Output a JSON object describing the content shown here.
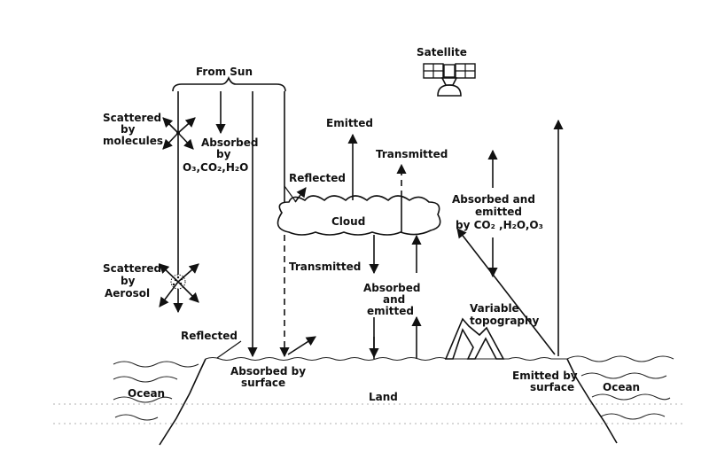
{
  "title": "",
  "labels": {
    "from_sun": "From Sun",
    "satellite": "Satellite",
    "scattered_molecules_1": "Scattered",
    "scattered_molecules_2": "by",
    "scattered_molecules_3": "molecules",
    "absorbed_o3_1": "Absorbed",
    "absorbed_o3_2": "by",
    "absorbed_o3_3": "O₃,CO₂,H₂O",
    "emitted_top": "Emitted",
    "transmitted_top": "Transmitted",
    "reflected_cloud": "Reflected",
    "cloud": "Cloud",
    "absorbed_emitted_gas_1": "Absorbed and",
    "absorbed_emitted_gas_2": "emitted",
    "absorbed_emitted_gas_3": "by CO₂ ,H₂O,O₃",
    "scattered_aerosol_1": "Scattered",
    "scattered_aerosol_2": "by",
    "scattered_aerosol_3": "Aerosol",
    "transmitted_below_cloud": "Transmitted",
    "absorbed_emitted_cloud_1": "Absorbed",
    "absorbed_emitted_cloud_2": "and",
    "absorbed_emitted_cloud_3": "emitted",
    "variable_topography_1": "Variable",
    "variable_topography_2": "topography",
    "reflected_surface": "Reflected",
    "absorbed_surface_1": "Absorbed by",
    "absorbed_surface_2": "surface",
    "emitted_surface_1": "Emitted by",
    "emitted_surface_2": "surface",
    "land": "Land",
    "ocean_left": "Ocean",
    "ocean_right": "Ocean"
  }
}
